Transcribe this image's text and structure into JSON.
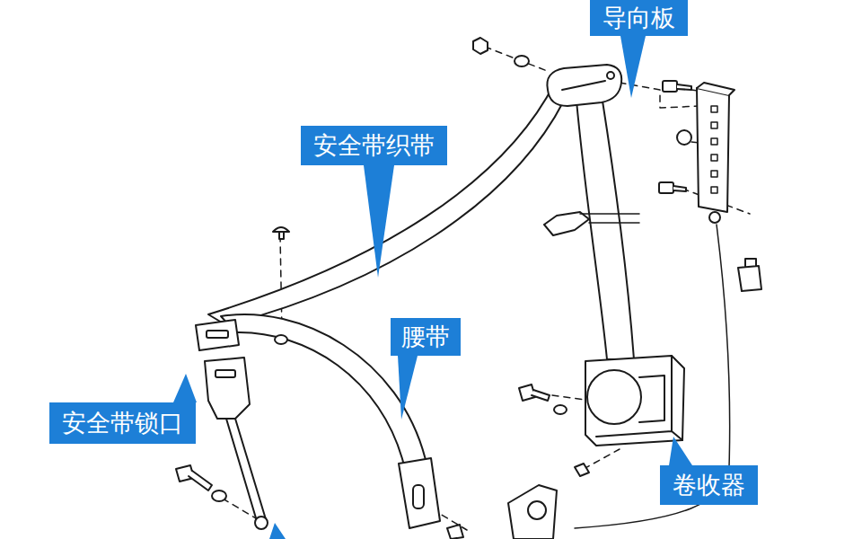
{
  "diagram": {
    "nodes": [
      {
        "text": [
          "导向板"
        ]
      },
      {
        "text": [
          "安全带织带"
        ]
      },
      {
        "text": [
          "腰带"
        ]
      },
      {
        "text": [
          "安全带锁口"
        ]
      },
      {
        "text": [
          "卷收器"
        ]
      }
    ]
  }
}
